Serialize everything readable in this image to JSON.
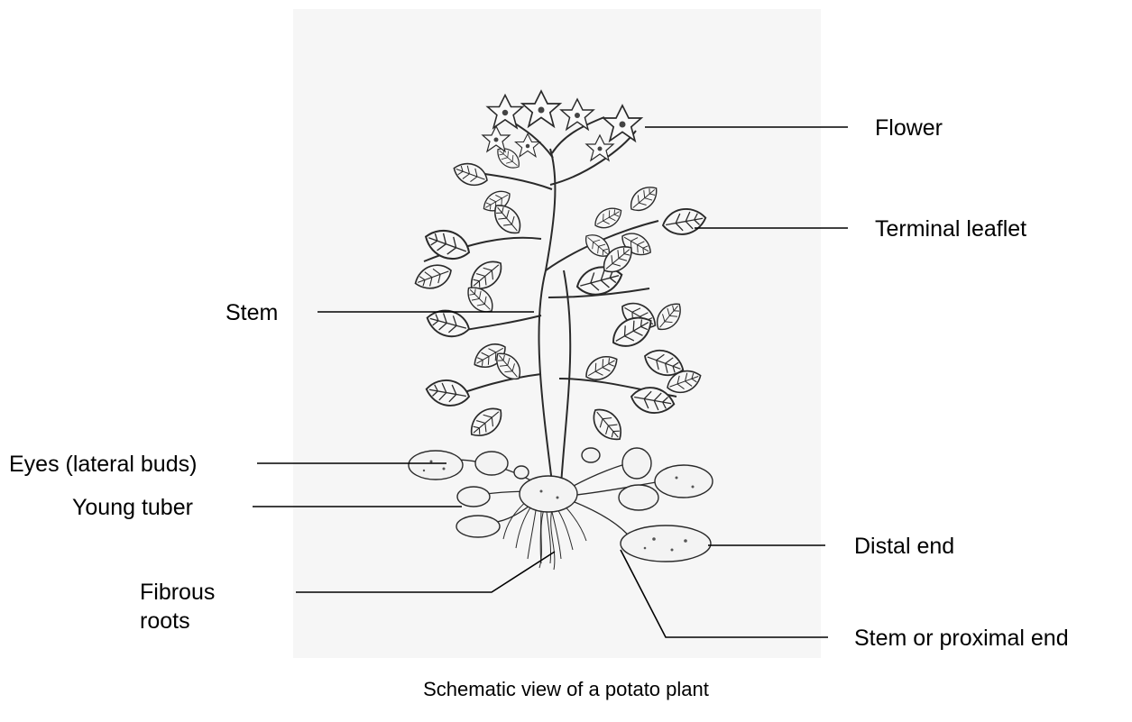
{
  "labels": {
    "flower": "Flower",
    "terminal_leaflet": "Terminal leaflet",
    "stem": "Stem",
    "eyes": "Eyes (lateral buds)",
    "young_tuber": "Young tuber",
    "distal_end": "Distal end",
    "fibrous_roots_line1": "Fibrous",
    "fibrous_roots_line2": "roots",
    "stem_proximal_end": "Stem or proximal end"
  },
  "caption": "Schematic view of a potato plant"
}
